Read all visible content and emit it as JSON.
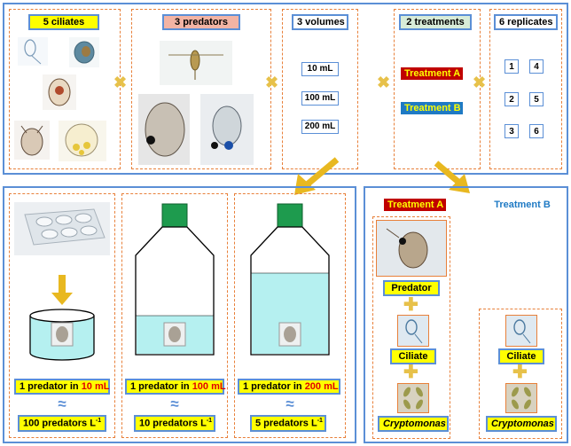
{
  "factors": {
    "ciliates": "5 ciliates",
    "predators": "3 predators",
    "volumes": "3 volumes",
    "treatments": "2 treatments",
    "replicates": "6 replicates"
  },
  "volume_options": [
    "10 mL",
    "100 mL",
    "200 mL"
  ],
  "treatment_options": [
    "Treatment A",
    "Treatment B"
  ],
  "replicate_numbers": [
    "1",
    "4",
    "2",
    "5",
    "3",
    "6"
  ],
  "densities": [
    {
      "prefix": "1 predator in ",
      "volume": "10 mL",
      "approx": "≈",
      "density": "100 predators L",
      "sup": "-1"
    },
    {
      "prefix": "1 predator in ",
      "volume": "100 mL",
      "approx": "≈",
      "density": "10 predators L",
      "sup": "-1"
    },
    {
      "prefix": "1 predator in ",
      "volume": "200 mL",
      "approx": "≈",
      "density": "5 predators L",
      "sup": "-1"
    }
  ],
  "treatments": {
    "a": {
      "title": "Treatment A",
      "predator": "Predator",
      "ciliate": "Ciliate",
      "prey": "Cryptomonas"
    },
    "b": {
      "title": "Treatment B",
      "ciliate": "Ciliate",
      "prey": "Cryptomonas"
    },
    "plus": "✚"
  },
  "colors": {
    "panel_border": "#5b8fd6",
    "dashed_border": "#e8803a",
    "label_yellow": "#ffff00",
    "treatment_a": "#c00000",
    "treatment_b": "#1f7ac4",
    "water": "#b5f0f0",
    "cap": "#1e9b4e",
    "arrow": "#e8b820"
  }
}
